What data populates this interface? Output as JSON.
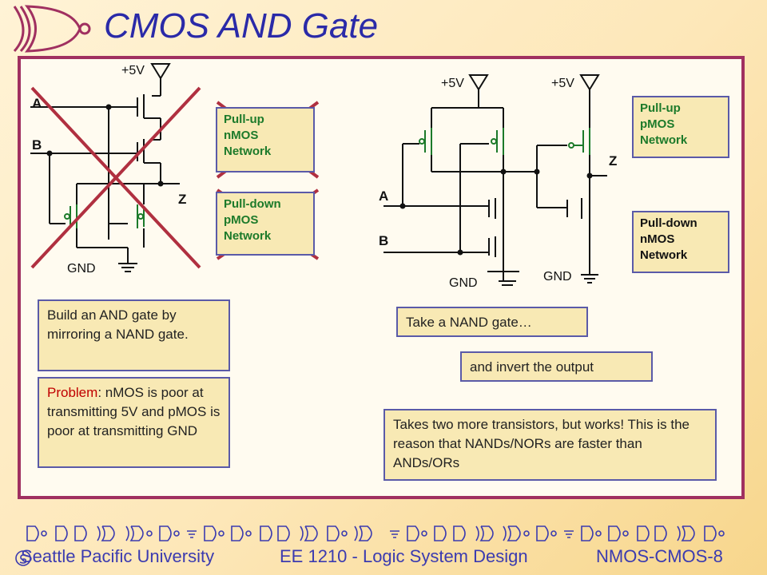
{
  "slide": {
    "title": "CMOS AND Gate"
  },
  "left_circuit": {
    "supply_label": "+5V",
    "input_a": "A",
    "input_b": "B",
    "output": "Z",
    "ground": "GND",
    "pullup_box": [
      "Pull-up",
      "nMOS",
      "Network"
    ],
    "pulldown_box": [
      "Pull-down",
      "pMOS",
      "Network"
    ]
  },
  "right_circuit": {
    "supply_label_1": "+5V",
    "supply_label_2": "+5V",
    "input_a": "A",
    "input_b": "B",
    "output": "Z",
    "ground_1": "GND",
    "ground_2": "GND",
    "pullup_box": [
      "Pull-up",
      "pMOS",
      "Network"
    ],
    "pulldown_box": [
      "Pull-down",
      "nMOS",
      "Network"
    ]
  },
  "notes": {
    "build": "Build an AND gate by mirroring a NAND gate.",
    "problem_prefix": "Problem",
    "problem_rest": ": nMOS is poor at transmitting 5V and pMOS is poor at transmitting GND",
    "nand": "Take a NAND gate…",
    "invert": "and invert the output",
    "summary": "Takes two more transistors, but works! This is the reason that NANDs/NORs are faster than ANDs/ORs"
  },
  "footer": {
    "university": "Seattle Pacific University",
    "course": "EE 1210 - Logic System Design",
    "slide_id": "NMOS-CMOS-8"
  },
  "colors": {
    "title": "#2a2aa8",
    "frame": "#a03060",
    "box_fill": "#f8e9b4",
    "box_border": "#5a5aa8",
    "cross": "#b03040",
    "pmos": "#1c7a2a",
    "footer": "#3b3bb0"
  }
}
